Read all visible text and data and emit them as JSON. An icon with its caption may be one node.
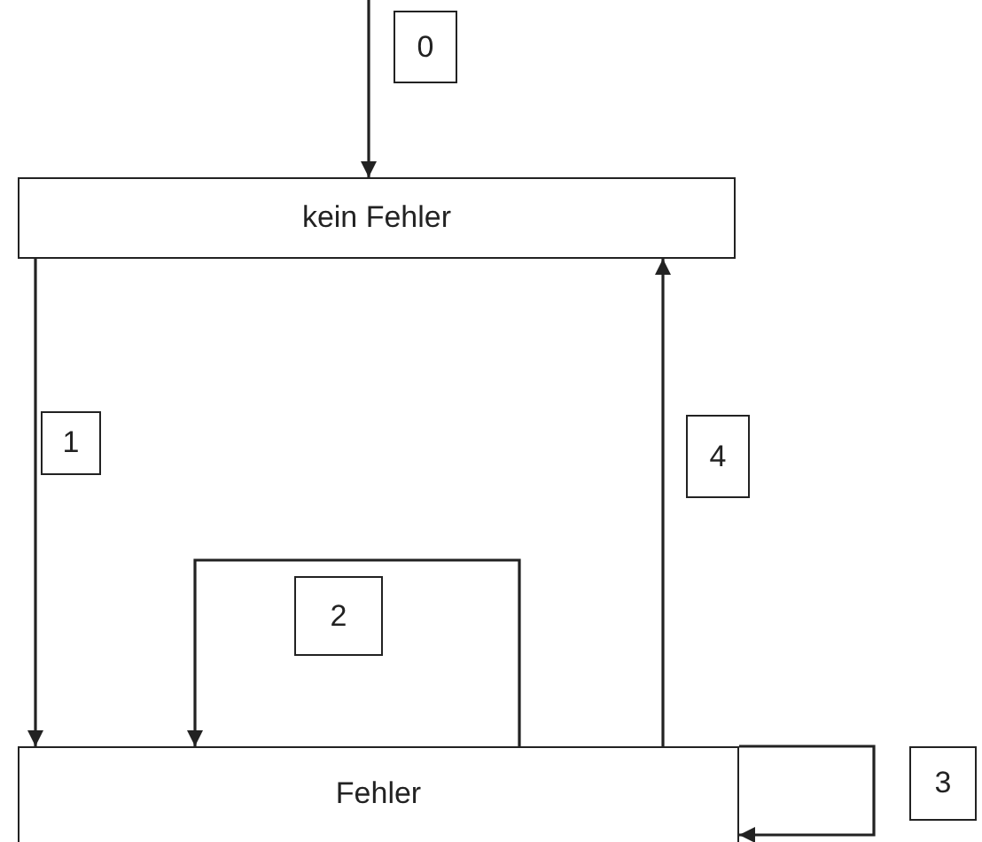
{
  "diagram": {
    "nodes": [
      {
        "text": [
          "kein Fehler"
        ]
      },
      {
        "text": [
          "Fehler"
        ]
      }
    ],
    "edges": [
      {
        "from": null,
        "to": 0,
        "arrow": "to",
        "label": "0"
      },
      {
        "from": 0,
        "to": 1,
        "arrow": "to",
        "label": "1"
      },
      {
        "from": 1,
        "to": 1,
        "arrow": "to",
        "label": "2"
      },
      {
        "from": 1,
        "to": 1,
        "arrow": "to",
        "label": "3"
      },
      {
        "from": 1,
        "to": 0,
        "arrow": "to",
        "label": "4"
      }
    ]
  }
}
